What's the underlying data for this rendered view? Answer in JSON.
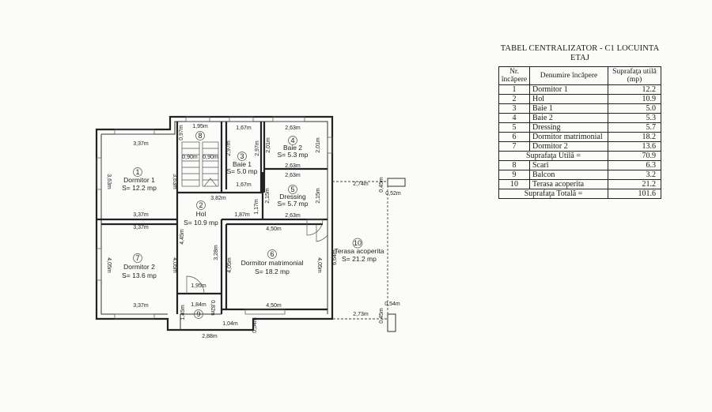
{
  "table": {
    "title_line1": "TABEL CENTRALIZATOR - C1 LOCUINTA",
    "title_line2": "ETAJ",
    "headers": [
      "Nr. încăpere",
      "Denumire încăpere",
      "Suprafaţa utilă (mp)"
    ],
    "rows": [
      {
        "nr": "1",
        "name": "Dormitor 1",
        "area": "12.2"
      },
      {
        "nr": "2",
        "name": "Hol",
        "area": "10.9"
      },
      {
        "nr": "3",
        "name": "Baie 1",
        "area": "5.0"
      },
      {
        "nr": "4",
        "name": "Baie 2",
        "area": "5.3"
      },
      {
        "nr": "5",
        "name": "Dressing",
        "area": "5.7"
      },
      {
        "nr": "6",
        "name": "Dormitor matrimonial",
        "area": "18.2"
      },
      {
        "nr": "7",
        "name": "Dormitor 2",
        "area": "13.6"
      }
    ],
    "subtotal_label": "Suprafaţa Utilă  =",
    "subtotal_value": "70.9",
    "rows2": [
      {
        "nr": "8",
        "name": "Scari",
        "area": "6.3"
      },
      {
        "nr": "9",
        "name": "Balcon",
        "area": "3.2"
      },
      {
        "nr": "10",
        "name": "Terasa acoperita",
        "area": "21.2"
      }
    ],
    "total_label": "Suprafaţa Totală =",
    "total_value": "101.6"
  },
  "plan": {
    "rooms": {
      "r1": {
        "num": "1",
        "name": "Dormitor 1",
        "area": "S= 12.2 mp"
      },
      "r2": {
        "num": "2",
        "name": "Hol",
        "area": "S= 10.9 mp"
      },
      "r3": {
        "num": "3",
        "name": "Baie 1",
        "area": "S= 5.0 mp"
      },
      "r4": {
        "num": "4",
        "name": "Baie 2",
        "area": "S= 5.3 mp"
      },
      "r5": {
        "num": "5",
        "name": "Dressing",
        "area": "S= 5.7 mp"
      },
      "r6": {
        "num": "6",
        "name": "Dormitor matrimonial",
        "area": "S= 18.2 mp"
      },
      "r7": {
        "num": "7",
        "name": "Dormitor 2",
        "area": "S= 13.6 mp"
      },
      "r8": {
        "num": "8"
      },
      "r9": {
        "num": "9"
      },
      "r10": {
        "num": "10",
        "name": "Terasa acoperita",
        "area": "S= 21.2 mp"
      }
    },
    "dims": {
      "d_337_top": "3,37m",
      "d_337_mid1": "3,37m",
      "d_337_mid2": "3,37m",
      "d_337_bot": "3,37m",
      "d_363_l": "3,63m",
      "d_363_r": "3,63m",
      "d_405_l": "4,05m",
      "d_405_r": "4,05m",
      "d_405_6l": "4,05m",
      "d_405_6r": "4,05m",
      "d_195_top": "1,95m",
      "d_097": "0,97m",
      "d_090a": "0,90m",
      "d_090b": "0,90m",
      "d_167_top": "1,67m",
      "d_167_bot": "1,67m",
      "d_297a": "2,97m",
      "d_297b": "2,97m",
      "d_263_top": "2,63m",
      "d_263_mid": "2,63m",
      "d_263_5": "2,63m",
      "d_263_bot": "2,63m",
      "d_201a": "2,01m",
      "d_201b": "2,01m",
      "d_382": "3,82m",
      "d_187": "1,87m",
      "d_117": "1,17m",
      "d_215a": "2,15m",
      "d_215b": "2,15m",
      "d_445": "4,45m",
      "d_328": "3,28m",
      "d_195_bot": "1,95m",
      "d_450_top": "4,50m",
      "d_450_bot": "4,50m",
      "d_274": "2,74m",
      "d_045_top": "0,45m",
      "d_052": "0,52m",
      "d_664": "6,64m",
      "d_273": "2,73m",
      "d_054_r": "0,54m",
      "d_045_bot": "0,45m",
      "d_184": "1,84m",
      "d_082": "0,82m",
      "d_145": "1,45m",
      "d_104": "1,04m",
      "d_054_b": "0,54m",
      "d_288": "2,88m"
    }
  }
}
